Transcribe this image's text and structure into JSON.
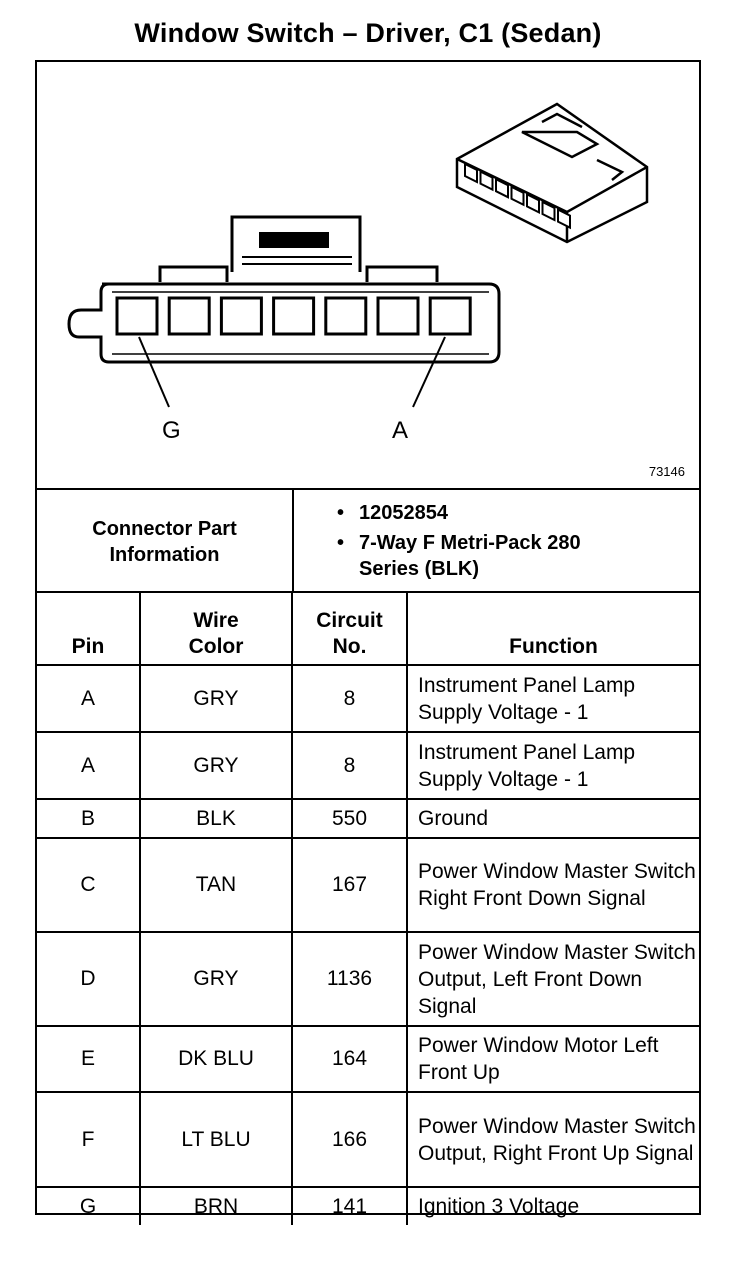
{
  "title": "Window Switch – Driver, C1 (Sedan)",
  "diagram": {
    "pin_label_left": "G",
    "pin_label_right": "A",
    "figure_number": "73146"
  },
  "connector_info": {
    "label": "Connector Part Information",
    "items": [
      "12052854",
      "7-Way F Metri-Pack 280 Series (BLK)"
    ],
    "bullet": "•"
  },
  "table": {
    "headers": [
      "Pin",
      "Wire Color",
      "Circuit No.",
      "Function"
    ],
    "rows": [
      {
        "pin": "A",
        "color": "GRY",
        "circuit": "8",
        "function": "Instrument Panel Lamp Supply Voltage - 1"
      },
      {
        "pin": "A",
        "color": "GRY",
        "circuit": "8",
        "function": "Instrument Panel Lamp Supply Voltage - 1"
      },
      {
        "pin": "B",
        "color": "BLK",
        "circuit": "550",
        "function": "Ground"
      },
      {
        "pin": "C",
        "color": "TAN",
        "circuit": "167",
        "function": "Power Window Master Switch Right Front Down Signal"
      },
      {
        "pin": "D",
        "color": "GRY",
        "circuit": "1136",
        "function": "Power Window Master Switch Output, Left Front Down Signal"
      },
      {
        "pin": "E",
        "color": "DK BLU",
        "circuit": "164",
        "function": "Power Window Motor Left Front Up"
      },
      {
        "pin": "F",
        "color": "LT BLU",
        "circuit": "166",
        "function": "Power Window Master Switch Output, Right Front Up Signal"
      },
      {
        "pin": "G",
        "color": "BRN",
        "circuit": "141",
        "function": "Ignition 3 Voltage"
      }
    ]
  }
}
